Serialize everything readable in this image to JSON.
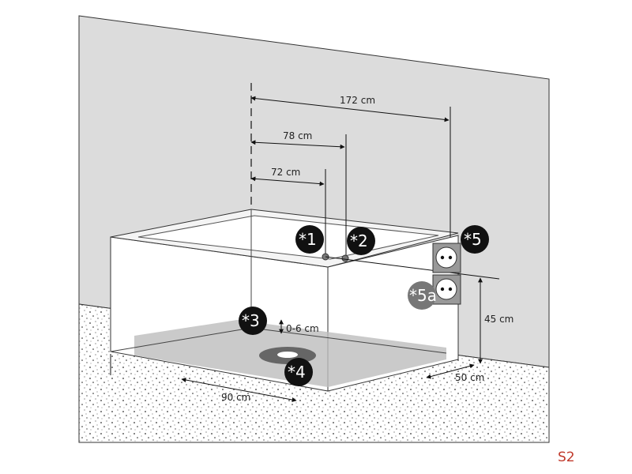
{
  "dimensions": {
    "d172": "172 cm",
    "d78": "78 cm",
    "d72": "72 cm",
    "d45": "45 cm",
    "d50": "50 cm",
    "d90": "90 cm",
    "d06": "0-6 cm"
  },
  "markers": {
    "m1": "*1",
    "m2": "*2",
    "m3": "*3",
    "m4": "*4",
    "m5": "*5",
    "m5a": "*5a"
  },
  "page_label": "S2",
  "colors": {
    "wall": "#dcdcdc",
    "marker": "#111111",
    "marker_alt": "#777777",
    "page_label": "#c0392b"
  }
}
